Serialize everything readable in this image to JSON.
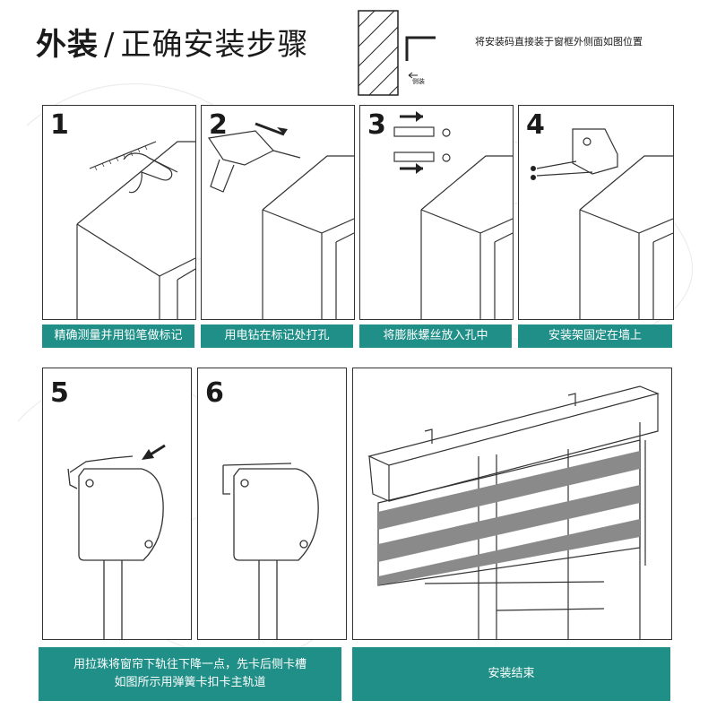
{
  "page": {
    "title_main": "外装",
    "title_separator": "/",
    "title_sub": "正确安装步骤",
    "note": "将安装码直接装于窗框外侧面如图位置",
    "side_label": "侧装"
  },
  "steps": [
    {
      "number": "1",
      "caption": "精确测量并用铅笔做标记"
    },
    {
      "number": "2",
      "caption": "用电钻在标记处打孔"
    },
    {
      "number": "3",
      "caption": "将膨胀螺丝放入孔中"
    },
    {
      "number": "4",
      "caption": "安装架固定在墙上"
    },
    {
      "number": "5",
      "caption_line1": "用拉珠将窗帘下轨往下降一点，先卡后侧卡槽",
      "caption_line2": "如图所示用弹簧卡扣卡主轨道"
    },
    {
      "number": "6"
    },
    {
      "caption": "安装结束"
    }
  ],
  "colors": {
    "caption_bg": "#1f8f87",
    "line": "#333333",
    "blind_stripe": "#8a8a8a"
  }
}
